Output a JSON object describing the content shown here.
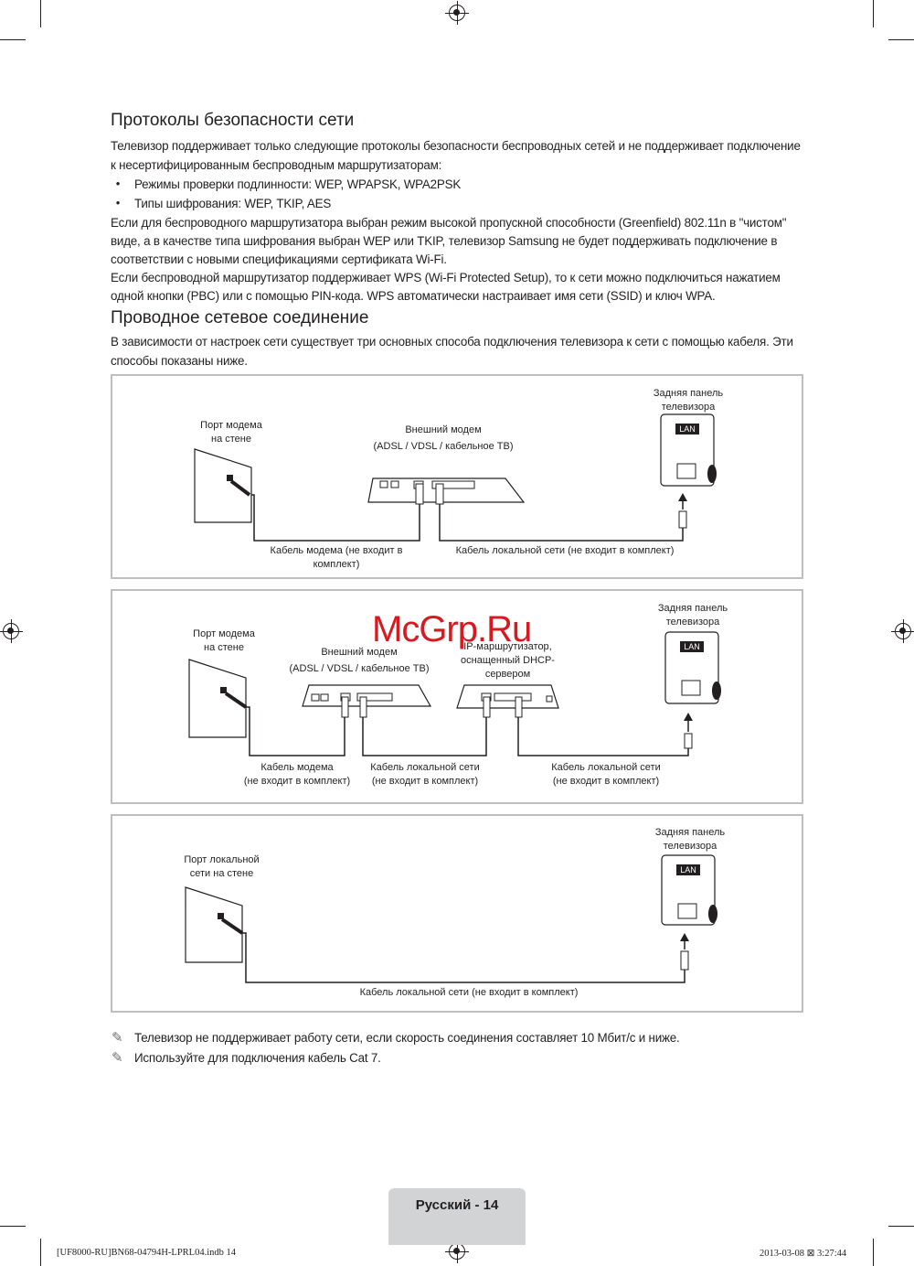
{
  "section1": {
    "title": "Протоколы безопасности сети",
    "intro": "Телевизор поддерживает только следующие протоколы безопасности беспроводных сетей и не поддерживает подключение к несертифицированным беспроводным маршрутизаторам:",
    "intro_line1": "Телевизор поддерживает только следующие протоколы безопасности беспроводных сетей и не поддерживает подключение",
    "intro_line2": "к несертифицированным беспроводным маршрутизаторам:",
    "bullets": [
      "Режимы проверки подлинности: WEP, WPAPSK, WPA2PSK",
      "Типы шифрования: WEP, TKIP, AES"
    ],
    "para1_line1": "Если для беспроводного маршрутизатора выбран режим высокой пропускной способности (Greenfield) 802.11n в \"чистом\"",
    "para1_line2": "виде, а в качестве типа шифрования выбран WEP или TKIP, телевизор Samsung не будет поддерживать подключение в",
    "para1_line3": "соответствии с новыми спецификациями сертификата Wi-Fi.",
    "para2_line1": "Если беспроводной маршрутизатор поддерживает WPS (Wi-Fi Protected Setup), то к сети можно подключиться нажатием",
    "para2_line2": "одной кнопки (PBC) или с помощью PIN-кода. WPS автоматически настраивает имя сети (SSID) и ключ WPA."
  },
  "section2": {
    "title": "Проводное сетевое соединение",
    "intro_line1": "В зависимости от настроек сети существует три основных способа подключения телевизора к сети с помощью кабеля. Эти",
    "intro_line2": "способы показаны ниже."
  },
  "diagram1": {
    "wall_port_1": "Порт модема",
    "wall_port_2": "на стене",
    "modem_1": "Внешний модем",
    "modem_2": "(ADSL / VDSL / кабельное ТВ)",
    "tv_1": "Задняя панель",
    "tv_2": "телевизора",
    "lan": "LAN",
    "cable_modem_1": "Кабель модема (не входит в",
    "cable_modem_2": "комплект)",
    "cable_lan": "Кабель локальной сети (не входит в комплект)"
  },
  "diagram2": {
    "wall_port_1": "Порт модема",
    "wall_port_2": "на стене",
    "modem_1": "Внешний модем",
    "modem_2": "(ADSL / VDSL / кабельное ТВ)",
    "router_1": "IP-маршрутизатор,",
    "router_2": "оснащенный DHCP-",
    "router_3": "сервером",
    "tv_1": "Задняя панель",
    "tv_2": "телевизора",
    "lan": "LAN",
    "cable_modem_1": "Кабель модема",
    "cable_modem_2": "(не входит в комплект)",
    "cable_lan_a_1": "Кабель локальной сети",
    "cable_lan_a_2": "(не входит в комплект)",
    "cable_lan_b_1": "Кабель локальной сети",
    "cable_lan_b_2": "(не входит в комплект)"
  },
  "diagram3": {
    "wall_port_1": "Порт локальной",
    "wall_port_2": "сети на стене",
    "tv_1": "Задняя панель",
    "tv_2": "телевизора",
    "lan": "LAN",
    "cable_lan": "Кабель локальной сети (не входит в комплект)"
  },
  "notes": [
    "Телевизор не поддерживает работу сети, если скорость соединения составляет 10 Мбит/с и ниже.",
    "Используйте для подключения кабель Cat 7."
  ],
  "note_icon": "pencil-note-icon",
  "watermark": "McGrp.Ru",
  "footer": {
    "page_label": "Русский - 14",
    "slug_left": "[UF8000-RU]BN68-04794H-LPRL04.indb   14",
    "slug_right": "2013-03-08   ⊠ 3:27:44"
  },
  "colors": {
    "text": "#231f20",
    "panel_border": "#bcbec0",
    "tab": "#d1d3d4",
    "watermark": "#d71920"
  }
}
